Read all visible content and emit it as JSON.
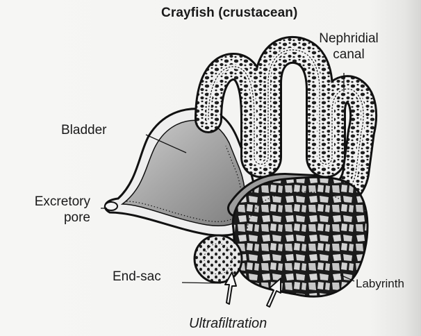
{
  "title": "Crayfish (crustacean)",
  "labels": {
    "nephridial_line1": "Nephridial",
    "nephridial_line2": "canal",
    "bladder": "Bladder",
    "excretory_line1": "Excretory",
    "excretory_line2": "pore",
    "end_sac": "End-sac",
    "labyrinth": "Labyrinth"
  },
  "caption": "Ultrafiltration",
  "colors": {
    "outline": "#111111",
    "bladder_fill": "#9a9a9a",
    "canal_fill": "#ededed",
    "cell": "#2b2b2b",
    "background": "#f4f4f2"
  }
}
